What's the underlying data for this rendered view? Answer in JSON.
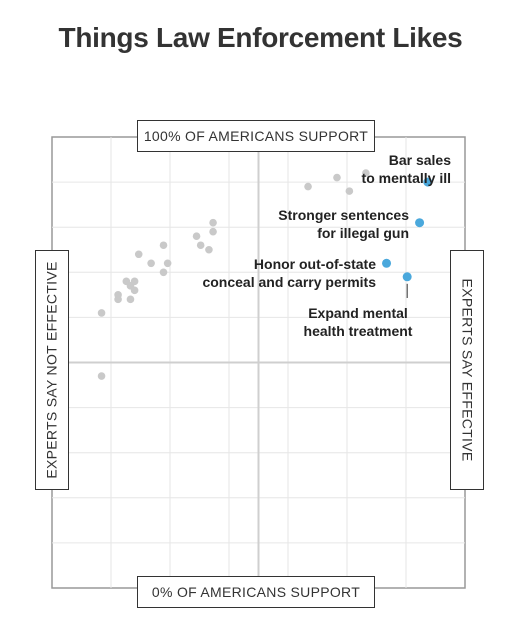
{
  "title": "Things Law Enforcement Likes",
  "axes": {
    "top_label": "100% OF AMERICANS SUPPORT",
    "bottom_label": "0% OF AMERICANS SUPPORT",
    "left_label": "EXPERTS SAY NOT EFFECTIVE",
    "right_label": "EXPERTS SAY EFFECTIVE"
  },
  "colors": {
    "highlight": "#4aa8dc",
    "other": "#c9c9c9",
    "grid": "#e6e6e6",
    "midline": "#cfcfcf",
    "frame": "#999999"
  },
  "chart_data": {
    "type": "scatter",
    "title": "Things Law Enforcement Likes",
    "xlabel": "",
    "ylabel": "",
    "xlim": [
      0,
      100
    ],
    "ylim": [
      0,
      100
    ],
    "grid": true,
    "series": [
      {
        "points": [
          {
            "x": 12,
            "y": 61
          },
          {
            "x": 12,
            "y": 47
          },
          {
            "x": 16,
            "y": 65
          },
          {
            "x": 16,
            "y": 64
          },
          {
            "x": 18,
            "y": 68
          },
          {
            "x": 19,
            "y": 64
          },
          {
            "x": 19,
            "y": 67
          },
          {
            "x": 20,
            "y": 68
          },
          {
            "x": 20,
            "y": 66
          },
          {
            "x": 21,
            "y": 74
          },
          {
            "x": 24,
            "y": 72
          },
          {
            "x": 27,
            "y": 76
          },
          {
            "x": 27,
            "y": 70
          },
          {
            "x": 28,
            "y": 72
          },
          {
            "x": 35,
            "y": 78
          },
          {
            "x": 36,
            "y": 76
          },
          {
            "x": 38,
            "y": 75
          },
          {
            "x": 39,
            "y": 79
          },
          {
            "x": 39,
            "y": 81
          },
          {
            "x": 62,
            "y": 89
          },
          {
            "x": 69,
            "y": 91
          },
          {
            "x": 72,
            "y": 88
          },
          {
            "x": 76,
            "y": 92
          }
        ]
      },
      {
        "points": [
          {
            "x": 91,
            "y": 90
          },
          {
            "x": 89,
            "y": 81
          },
          {
            "x": 81,
            "y": 72
          },
          {
            "x": 86,
            "y": 69
          }
        ]
      }
    ],
    "annotations": [
      {
        "lines": [
          "Bar sales",
          "to mentally ill"
        ],
        "point": 0
      },
      {
        "lines": [
          "Stronger sentences",
          "for illegal gun"
        ],
        "point": 1
      },
      {
        "lines": [
          "Honor out-of-state",
          "conceal and carry permits"
        ],
        "point": 2
      },
      {
        "lines": [
          "Expand mental",
          "health treatment"
        ],
        "point": 3
      }
    ]
  }
}
